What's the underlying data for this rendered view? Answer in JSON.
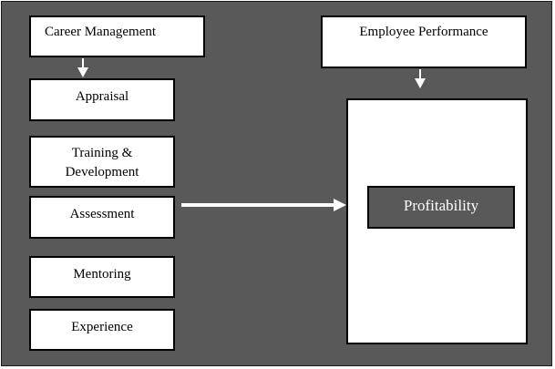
{
  "diagram": {
    "career_management": "Career Management",
    "employee_performance": "Employee Performance",
    "items": [
      {
        "label": "Appraisal"
      },
      {
        "label": "Training &",
        "label2": "Development"
      },
      {
        "label": "Assessment"
      },
      {
        "label": "Mentoring"
      },
      {
        "label": "Experience"
      }
    ],
    "profitability": "Profitability"
  },
  "colors": {
    "frame_bg": "#595959",
    "box_bg": "#ffffff",
    "arrow": "#ffffff"
  }
}
